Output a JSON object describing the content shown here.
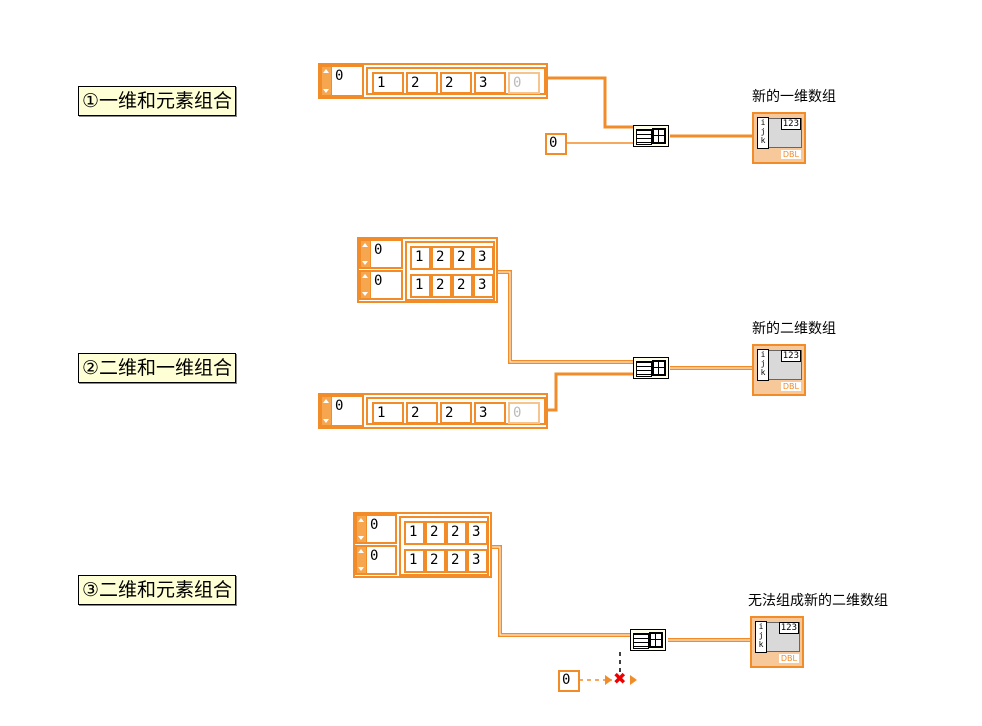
{
  "section1": {
    "label": "①一维和元素组合",
    "index": "0",
    "values": [
      "1",
      "2",
      "2",
      "3",
      "0"
    ],
    "constant": "0",
    "indicator_title": "新的一维数组"
  },
  "section2": {
    "label": "②二维和一维组合",
    "index_row": "0",
    "index_col": "0",
    "row1": [
      "1",
      "2",
      "2",
      "3"
    ],
    "row2": [
      "1",
      "2",
      "2",
      "3"
    ],
    "array1d_index": "0",
    "array1d_values": [
      "1",
      "2",
      "2",
      "3",
      "0"
    ],
    "indicator_title": "新的二维数组"
  },
  "section3": {
    "label": "③二维和元素组合",
    "index_row": "0",
    "index_col": "0",
    "row1": [
      "1",
      "2",
      "2",
      "3"
    ],
    "row2": [
      "1",
      "2",
      "2",
      "3"
    ],
    "constant": "0",
    "indicator_title": "无法组成新的二维数组"
  },
  "indicator_badge": "123",
  "indicator_type": "DBL",
  "wire_color": "#f28c28"
}
